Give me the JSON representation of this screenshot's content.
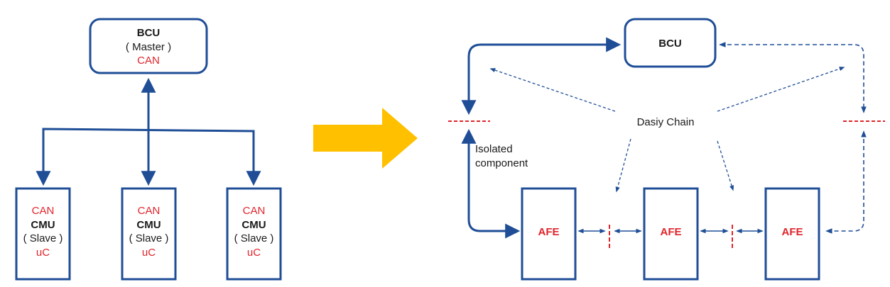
{
  "colors": {
    "blue": "#1f4e97",
    "red": "#e0242b",
    "dark": "#1a1a1a",
    "arrow": "#ffc000"
  },
  "left": {
    "bcu": {
      "title": "BCU",
      "role": "( Master )",
      "bus": "CAN"
    },
    "cmus": [
      {
        "bus": "CAN",
        "title": "CMU",
        "role": "( Slave )",
        "mcu": "uC"
      },
      {
        "bus": "CAN",
        "title": "CMU",
        "role": "( Slave )",
        "mcu": "uC"
      },
      {
        "bus": "CAN",
        "title": "CMU",
        "role": "( Slave )",
        "mcu": "uC"
      }
    ]
  },
  "right": {
    "bcu": {
      "title": "BCU"
    },
    "daisy_chain": "Dasiy Chain",
    "isolated_1": "Isolated",
    "isolated_2": "component",
    "afes": [
      "AFE",
      "AFE",
      "AFE"
    ]
  }
}
